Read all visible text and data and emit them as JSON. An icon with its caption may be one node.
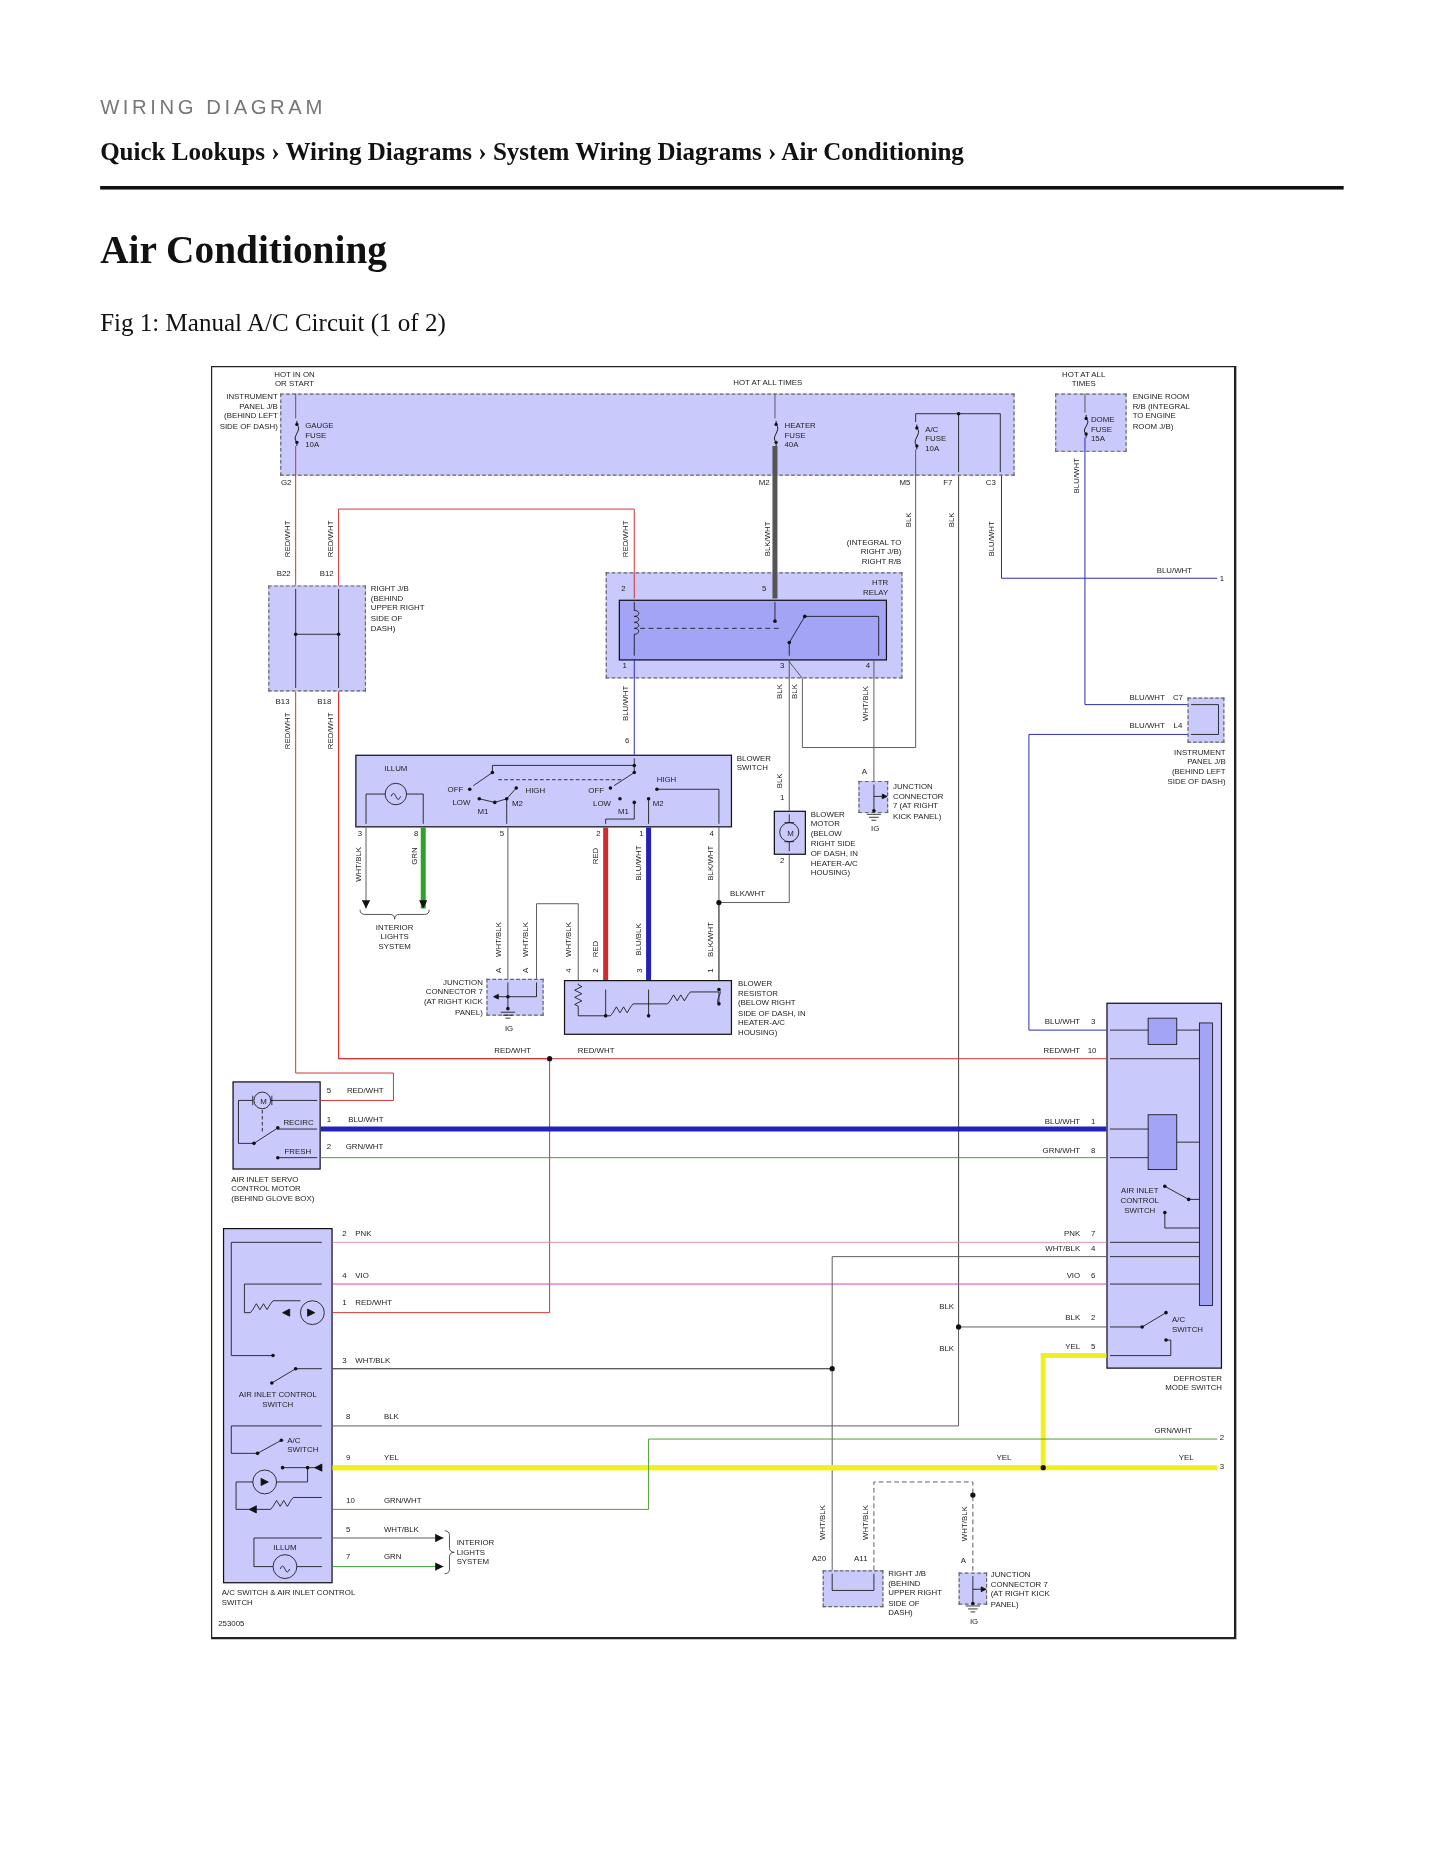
{
  "diagram": {
    "title": "Air Conditioning",
    "caption": "Fig 1: Manual A/C Circuit (1 of 2)",
    "nodes": [
      {
        "text": [
          "INSTRUMENT PANEL J/B (BEHIND LEFT SIDE OF DASH)"
        ]
      },
      {
        "text": [
          "GAUGE FUSE 10A"
        ],
        "in": 0
      },
      {
        "text": [
          "HEATER FUSE 40A"
        ],
        "in": 0
      },
      {
        "text": [
          "A/C FUSE 10A"
        ],
        "in": 0
      },
      {
        "text": [
          "ENGINE ROOM R/B (INTEGRAL TO ENGINE ROOM J/B)"
        ]
      },
      {
        "text": [
          "DOME FUSE 15A"
        ],
        "in": 4
      },
      {
        "text": [
          "RIGHT J/B (BEHIND UPPER RIGHT SIDE OF DASH)"
        ]
      },
      {
        "text": [
          "(INTEGRAL TO RIGHT J/B) RIGHT R/B"
        ]
      },
      {
        "text": [
          "HTR RELAY"
        ],
        "in": 7
      },
      {
        "text": [
          "INSTRUMENT PANEL J/B (BEHIND LEFT SIDE OF DASH)"
        ]
      },
      {
        "text": [
          "ILLUM",
          "OFF",
          "LOW",
          "M1",
          "HIGH",
          "M2",
          "OFF",
          "LOW",
          "M1",
          "HIGH",
          "M2",
          "BLOWER SWITCH"
        ]
      },
      {
        "text": [
          "M",
          "BLOWER MOTOR (BELOW RIGHT SIDE OF DASH, IN HEATER-A/C HOUSING)"
        ]
      },
      {
        "text": [
          "JUNCTION CONNECTOR 7 (AT RIGHT KICK PANEL)"
        ],
        "beside": [
          "IG"
        ]
      },
      {
        "text": [
          "INTERIOR LIGHTS SYSTEM"
        ]
      },
      {
        "text": [
          "JUNCTION CONNECTOR 7 (AT RIGHT KICK PANEL)"
        ],
        "beside": [
          "IG"
        ]
      },
      {
        "text": [
          "BLOWER RESISTOR (BELOW RIGHT SIDE OF DASH, IN HEATER-A/C HOUSING)"
        ]
      },
      {
        "text": [
          "M",
          "RECIRC",
          "FRESH",
          "AIR INLET SERVO CONTROL MOTOR (BEHIND GLOVE BOX)"
        ]
      },
      {
        "text": [
          "AIR INLET CONTROL SWITCH",
          "A/C SWITCH",
          "DEFROSTER MODE SWITCH"
        ]
      },
      {
        "text": [
          "AIR INLET CONTROL SWITCH",
          "A/C SWITCH",
          "ILLUM",
          "A/C SWITCH & AIR INLET CONTROL SWITCH"
        ]
      },
      {
        "text": [
          "INTERIOR LIGHTS SYSTEM"
        ]
      },
      {
        "text": [
          "RIGHT J/B (BEHIND UPPER RIGHT SIDE OF DASH)"
        ]
      },
      {
        "text": [
          "JUNCTION CONNECTOR 7 (AT RIGHT KICK PANEL)"
        ],
        "beside": [
          "IG"
        ]
      },
      {
        "text": [
          "1"
        ]
      },
      {
        "text": [
          "2"
        ]
      },
      {
        "text": [
          "3"
        ]
      }
    ],
    "edges": [
      {
        "from": null,
        "to": 1,
        "arrow": "none",
        "label": "HOT IN ON OR START"
      },
      {
        "from": null,
        "to": 2,
        "arrow": "none",
        "label": "HOT AT ALL TIMES"
      },
      {
        "from": null,
        "to": 5,
        "arrow": "none",
        "label": "HOT AT ALL TIMES"
      },
      {
        "from": 1,
        "to": 6,
        "arrow": "none",
        "label": "RED/WHT",
        "color": "#d42a2a"
      },
      {
        "from": 6,
        "to": 8,
        "arrow": "none",
        "label": "RED/WHT",
        "color": "#d42a2a"
      },
      {
        "from": 2,
        "to": 8,
        "arrow": "none",
        "label": "BLK/WHT",
        "style": "thick"
      },
      {
        "from": 3,
        "to": 8,
        "arrow": "none",
        "label": "BLK"
      },
      {
        "from": 8,
        "to": 11,
        "arrow": "none",
        "label": "BLK"
      },
      {
        "from": 8,
        "to": 12,
        "arrow": "none",
        "label": "WHT/BLK"
      },
      {
        "from": 0,
        "to": 17,
        "arrow": "none",
        "label": "BLK"
      },
      {
        "from": 0,
        "to": 18,
        "arrow": "none",
        "label": "BLK"
      },
      {
        "from": 0,
        "to": 22,
        "arrow": "none",
        "label": "BLU/WHT",
        "color": "#2222bb"
      },
      {
        "from": 5,
        "to": 9,
        "arrow": "none",
        "label": "BLU/WHT",
        "color": "#2222bb"
      },
      {
        "from": 9,
        "to": 17,
        "arrow": "none",
        "label": "BLU/WHT",
        "color": "#2222bb"
      },
      {
        "from": 8,
        "to": 10,
        "arrow": "none",
        "label": "BLU/WHT",
        "color": "#2222bb"
      },
      {
        "from": 10,
        "to": 13,
        "arrow": "to",
        "label": "WHT/BLK"
      },
      {
        "from": 10,
        "to": 13,
        "arrow": "to",
        "label": "GRN",
        "color": "#2ea02e",
        "style": "thick"
      },
      {
        "from": 10,
        "to": 14,
        "arrow": "none",
        "label": "WHT/BLK"
      },
      {
        "from": 14,
        "to": 15,
        "arrow": "none",
        "label": "WHT/BLK"
      },
      {
        "from": 10,
        "to": 15,
        "arrow": "none",
        "label": "RED",
        "color": "#d42a2a",
        "style": "thick"
      },
      {
        "from": 10,
        "to": 15,
        "arrow": "none",
        "label": "BLU/WHT",
        "color": "#2222bb",
        "style": "thick"
      },
      {
        "from": 10,
        "to": 15,
        "arrow": "none",
        "label": "BLK/WHT"
      },
      {
        "from": 11,
        "to": 15,
        "arrow": "none",
        "label": "BLK/WHT"
      },
      {
        "from": 6,
        "to": 16,
        "arrow": "none",
        "label": "RED/WHT",
        "color": "#d42a2a"
      },
      {
        "from": 6,
        "to": 17,
        "arrow": "none",
        "label": "RED/WHT",
        "color": "#d42a2a"
      },
      {
        "from": 6,
        "to": 18,
        "arrow": "none",
        "label": "RED/WHT",
        "color": "#d42a2a"
      },
      {
        "from": 16,
        "to": 17,
        "arrow": "none",
        "label": "BLU/WHT",
        "color": "#2222bb",
        "style": "thick"
      },
      {
        "from": 16,
        "to": 17,
        "arrow": "none",
        "label": "GRN/WHT",
        "color": "#4a9a2a"
      },
      {
        "from": 18,
        "to": 17,
        "arrow": "none",
        "label": "PNK",
        "color": "#e08aaa"
      },
      {
        "from": 18,
        "to": 17,
        "arrow": "none",
        "label": "VIO",
        "color": "#d03ac8"
      },
      {
        "from": 18,
        "to": 17,
        "arrow": "none",
        "label": "WHT/BLK"
      },
      {
        "from": 18,
        "to": 20,
        "arrow": "none",
        "label": "WHT/BLK"
      },
      {
        "from": 18,
        "to": 17,
        "arrow": "none",
        "label": "YEL",
        "color": "#f0f020",
        "style": "thick"
      },
      {
        "from": 18,
        "to": 24,
        "arrow": "none",
        "label": "YEL",
        "color": "#f0f020",
        "style": "thick"
      },
      {
        "from": 18,
        "to": 23,
        "arrow": "none",
        "label": "GRN/WHT",
        "color": "#4a9a2a"
      },
      {
        "from": 18,
        "to": 19,
        "arrow": "to",
        "label": "WHT/BLK"
      },
      {
        "from": 18,
        "to": 19,
        "arrow": "to",
        "label": "GRN",
        "color": "#2ea02e"
      },
      {
        "from": 20,
        "to": 21,
        "arrow": "none",
        "label": "WHT/BLK",
        "style": "dashed"
      }
    ],
    "labels": [
      "WIRING DIAGRAM",
      "Quick Lookups › Wiring Diagrams › System Wiring Diagrams › Air Conditioning",
      "G2",
      "M2",
      "M5",
      "F7",
      "C3",
      "BLU/WHT",
      "RED/WHT",
      "BLU/WHT",
      "B22",
      "B12",
      "2",
      "5",
      "1",
      "3",
      "4",
      "BLK",
      "C7",
      "B13",
      "B18",
      "L4",
      "6",
      "A",
      "BLK",
      "1",
      "3",
      "8",
      "5",
      "2",
      "1",
      "4",
      "2",
      "WHT/BLK",
      "RED",
      "BLU/BLK",
      "BLK/WHT",
      "A",
      "A",
      "4",
      "2",
      "3",
      "1",
      "BLU/WHT",
      "3",
      "RED/WHT",
      "RED/WHT",
      "RED/WHT",
      "10",
      "5",
      "RED/WHT",
      "1",
      "BLU/WHT",
      "1",
      "2",
      "GRN/WHT",
      "8",
      "2",
      "PNK",
      "7",
      "WHT/BLK",
      "4",
      "4",
      "VIO",
      "6",
      "1",
      "BLK",
      "BLK",
      "2",
      "YEL",
      "5",
      "BLK",
      "3",
      "8",
      "GRN/WHT",
      "9",
      "YEL",
      "10",
      "WHT/BLK",
      "5",
      "A20",
      "A11",
      "7",
      "A",
      "253005"
    ]
  }
}
